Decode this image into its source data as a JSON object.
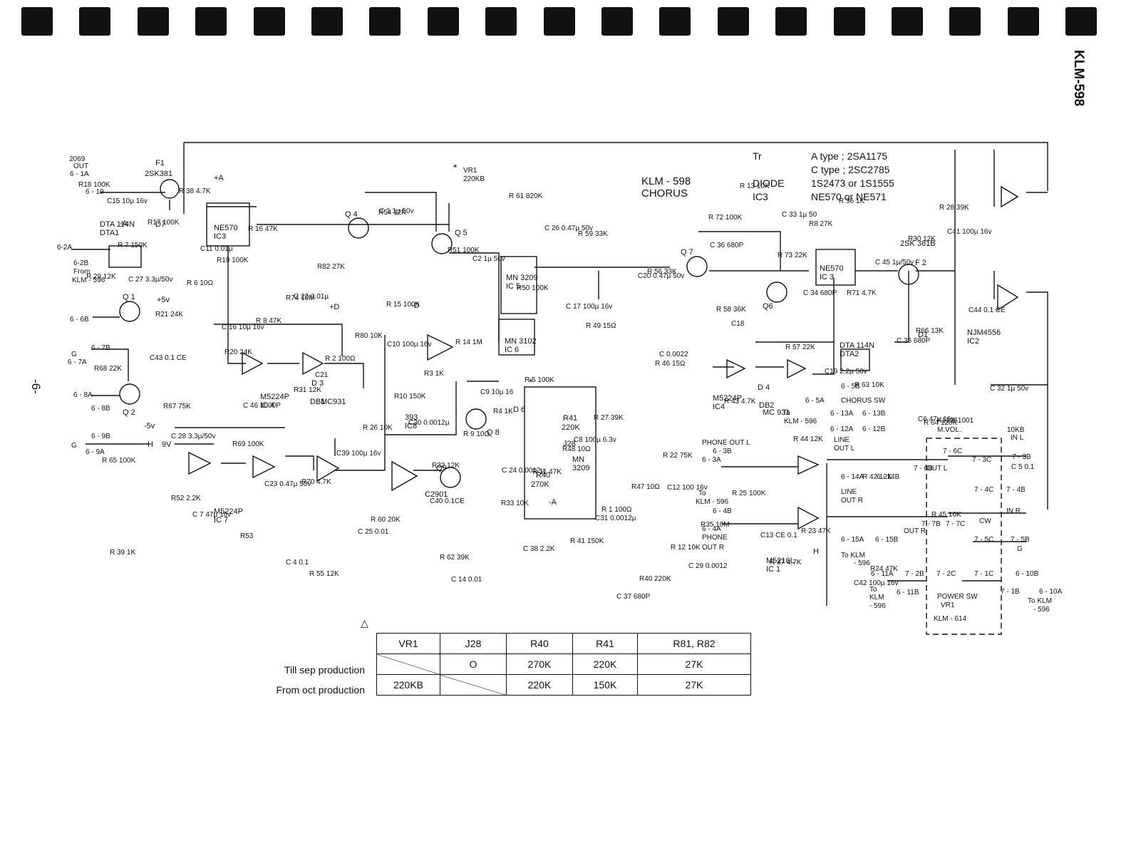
{
  "sheet": {
    "model_title": "KLM-598",
    "page_number": "-6-",
    "header": {
      "name": "KLM - 598",
      "function": "CHORUS"
    },
    "component_notes": {
      "tr_label": "Tr",
      "diode_label": "DIODE",
      "ic_label": "IC3",
      "tr_a": "A type ; 2SA1175",
      "tr_c": "C type ; 2SC2785",
      "diode": "1S2473 or 1S1555",
      "ic3": "NE570 or NE571"
    }
  },
  "connectors": {
    "left": [
      "2069",
      "OUT",
      "6 - 1A",
      "6 - 19",
      "6-2A",
      "6-2B",
      "From",
      "KLM - 596",
      "6 - 6B",
      "6 - 7A",
      "6 - 7B",
      "6 - 8A",
      "6 - 8B",
      "6 - 9B",
      "6 - 9A",
      "G",
      "G"
    ],
    "right": [
      "6 - 5A",
      "6 - 5B",
      "CHORUS SW",
      "6 - 13A",
      "6 - 13B",
      "6 - 12A",
      "6 - 12B",
      "LINE",
      "OUT L",
      "PHONE OUT L",
      "6 - 3B",
      "6 - 3A",
      "6 - 14A",
      "6 - 14B",
      "LINE",
      "OUT R",
      "To",
      "KLM - 596",
      "6 - 4B",
      "6 - 4A",
      "PHONE",
      "OUT R",
      "6 - 15A",
      "6 - 15B",
      "To KLM",
      "- 596",
      "6 - 11A",
      "6 - 11B",
      "7 - 2B",
      "7 - 2C",
      "7 - 1C",
      "6 - 10B",
      "7 - 1B",
      "6 - 10A",
      "To KLM",
      "- 596",
      "To",
      "KLM - 596",
      "To",
      "KLM",
      "- 596",
      "7 - 6C",
      "7 - 6B",
      "OUT L",
      "7 - 3C",
      "7 - 3B",
      "IN L",
      "7 - 4C",
      "7 - 4B",
      "IN R",
      "7 - 7B",
      "7 - 7C",
      "OUT R",
      "7 - 5C",
      "7 - 5B",
      "G",
      "CW",
      "POWER SW",
      "VR1",
      "KLM - 614",
      "K12261001",
      "M.VOL.",
      "10KB"
    ]
  },
  "ics": [
    {
      "ref": "IC3",
      "part": "NE570"
    },
    {
      "ref": "IC 5",
      "part": "MN 3209"
    },
    {
      "ref": "IC 6",
      "part": "MN 3102"
    },
    {
      "ref": "IC 3",
      "part": "NE570"
    },
    {
      "ref": "IC4",
      "part": "M5224P"
    },
    {
      "ref": "IC 4",
      "part": "M5224P"
    },
    {
      "ref": "IC 7",
      "part": "M5224P"
    },
    {
      "ref": "IC8",
      "part": "393"
    },
    {
      "ref": "IC2",
      "part": "NJM4556"
    },
    {
      "ref": "IC 1",
      "part": "M5216L"
    },
    {
      "ref": "DTA1",
      "part": "DTA 114N"
    },
    {
      "ref": "DTA2",
      "part": "DTA 114N"
    }
  ],
  "transistors": [
    "F1",
    "2SK381",
    "Q 1",
    "Q 2",
    "Q 4",
    "Q 5",
    "Q 7",
    "Q6",
    "Q 8",
    "Q9",
    "C2901",
    "F 2",
    "2SK 381B",
    "D7",
    "D 3",
    "D 4",
    "D 6",
    "D1",
    "DB1",
    "MC931",
    "DB2",
    "MC 931"
  ],
  "resistors": [
    "R18 100K",
    "R17 100K",
    "R19 100K",
    "R74 10M",
    "R80 10K",
    "R3 1K",
    "R4 1K",
    "R48 10Ω",
    "R47 10Ω",
    "R35 10M",
    "R 37 4.7K",
    "R 36 1K",
    "R30 12K",
    "R 29 12K",
    "R21 24K",
    "R20 24K",
    "R31 12K",
    "R 26 10K",
    "R32 12K",
    "R33 10K",
    "R 41 150K",
    "R40 220K",
    "R 72 100K",
    "R 73 22K",
    "R71 4.7K",
    "R66 13K",
    "R68 22K",
    "R67 75K",
    "R69 100K",
    "R70 4.7K",
    "R 60 20K",
    "R 62 39K",
    "R 61 820K",
    "R 59 33K",
    "R 56 33K",
    "R 58 36K",
    "R 57 22K",
    "R 63 10K",
    "R 64 120K",
    "R 65 100K",
    "R52 2.2K",
    "R53",
    "R 55 12K",
    "R54 12K",
    "R51 100K",
    "R50 100K",
    "R 49 15Ω",
    "R 46 15Ω",
    "R 43 4.7K",
    "R 44 12K",
    "R 42 12K",
    "R 45 10K",
    "R 39 1K",
    "R 38 4.7K",
    "R 16 47K",
    "R82 27K",
    "R 15 100K",
    "R 14 1M",
    "R 5 100K",
    "R 27 39K",
    "R 22 75K",
    "R 25 100K",
    "R 23 47K",
    "R24 47K",
    "R 28 39K",
    "R 7 150K",
    "R 6 10Ω",
    "R 8 47K",
    "R 2 100Ω",
    "R10 150K",
    "R 9 10Ω",
    "R 11 47K",
    "R 1 100Ω",
    "R 12 10K",
    "R 13 10K",
    "R8 27K"
  ],
  "capacitors": [
    "C15 10µ 16v",
    "C11 0.01µ",
    "C 22 0.01µ",
    "C10 100µ 16v",
    "C9 10µ 16",
    "C8 100µ 6.3v",
    "C12 100 16v",
    "C13 CE 0.1",
    "C42 100µ 16v",
    "C41 100µ 16v",
    "C 27 3.3µ/50v",
    "C 16 10µ 16v",
    "C21",
    "C30 0.0012µ",
    "C 24 0.0012µ",
    "C31 0.0012µ",
    "C 29 0.0012",
    "C 33 1µ 50",
    "C 45 1µ/50v",
    "C44 0.1 CE",
    "C43 0.1 CE",
    "C 46 1000P",
    "C39 100µ 16v",
    "C40 0.1CE",
    "C 38 2.2K",
    "C 37 680P",
    "C 36 680P",
    "C 34 680P",
    "C 35 680P",
    "C 32 1µ 50v",
    "C 28 3.3µ/50v",
    "C23 0.47µ 50v",
    "C 25 0.01",
    "C 14 0.01",
    "C 26 0.47µ 50v",
    "C20 0.47µ 50v",
    "C18",
    "C19 2.2µ 50v",
    "C6 47µ 16v",
    "C 5 0.1",
    "C 7 47µ 16v",
    "C 4 0.1",
    "C 1 1µ 50v",
    "C2 1µ 50v",
    "C 17 100µ 16v",
    "C 0.0022"
  ],
  "rails": [
    "+A",
    "-A",
    "+D",
    "-D",
    "+5v",
    "-5v",
    "H",
    "9V",
    "H"
  ],
  "inset": {
    "marker": "*",
    "items": [
      "R41",
      "220K",
      "J28",
      "MN",
      "3209",
      "R40",
      "270K",
      "-A"
    ]
  },
  "vr1_note": {
    "marker": "*",
    "label": "VR1",
    "value": "220KB"
  },
  "table": {
    "marker": "△",
    "headers": [
      "VR1",
      "J28",
      "R40",
      "R41",
      "R81, R82"
    ],
    "rows": [
      {
        "label": "Till sep production",
        "cells": [
          "",
          "O",
          "270K",
          "220K",
          "27K"
        ]
      },
      {
        "label": "From oct production",
        "cells": [
          "220KB",
          "",
          "220K",
          "150K",
          "27K"
        ]
      }
    ]
  }
}
